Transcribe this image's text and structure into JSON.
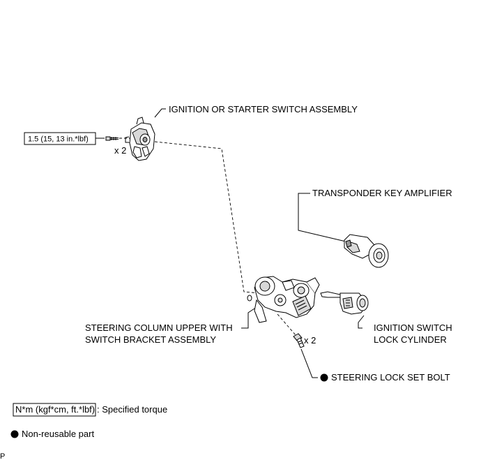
{
  "labels": {
    "ignition_switch_assembly": "IGNITION OR STARTER SWITCH ASSEMBLY",
    "transponder_key_amplifier": "TRANSPONDER KEY AMPLIFIER",
    "steering_column_line1": "STEERING COLUMN UPPER WITH",
    "steering_column_line2": "SWITCH BRACKET ASSEMBLY",
    "lock_cylinder_line1": "IGNITION SWITCH",
    "lock_cylinder_line2": "LOCK CYLINDER",
    "steering_lock_set_bolt": "STEERING LOCK SET BOLT"
  },
  "torque": {
    "value": "1.5 (15, 13 in.*lbf)",
    "screw_qty": "x 2"
  },
  "bolt_qty": "x 2",
  "legend": {
    "torque_key": "N*m (kgf*cm, ft.*lbf)",
    "torque_desc": ": Specified torque",
    "nonreusable_desc": "Non-reusable part"
  },
  "corner_mark": "P"
}
